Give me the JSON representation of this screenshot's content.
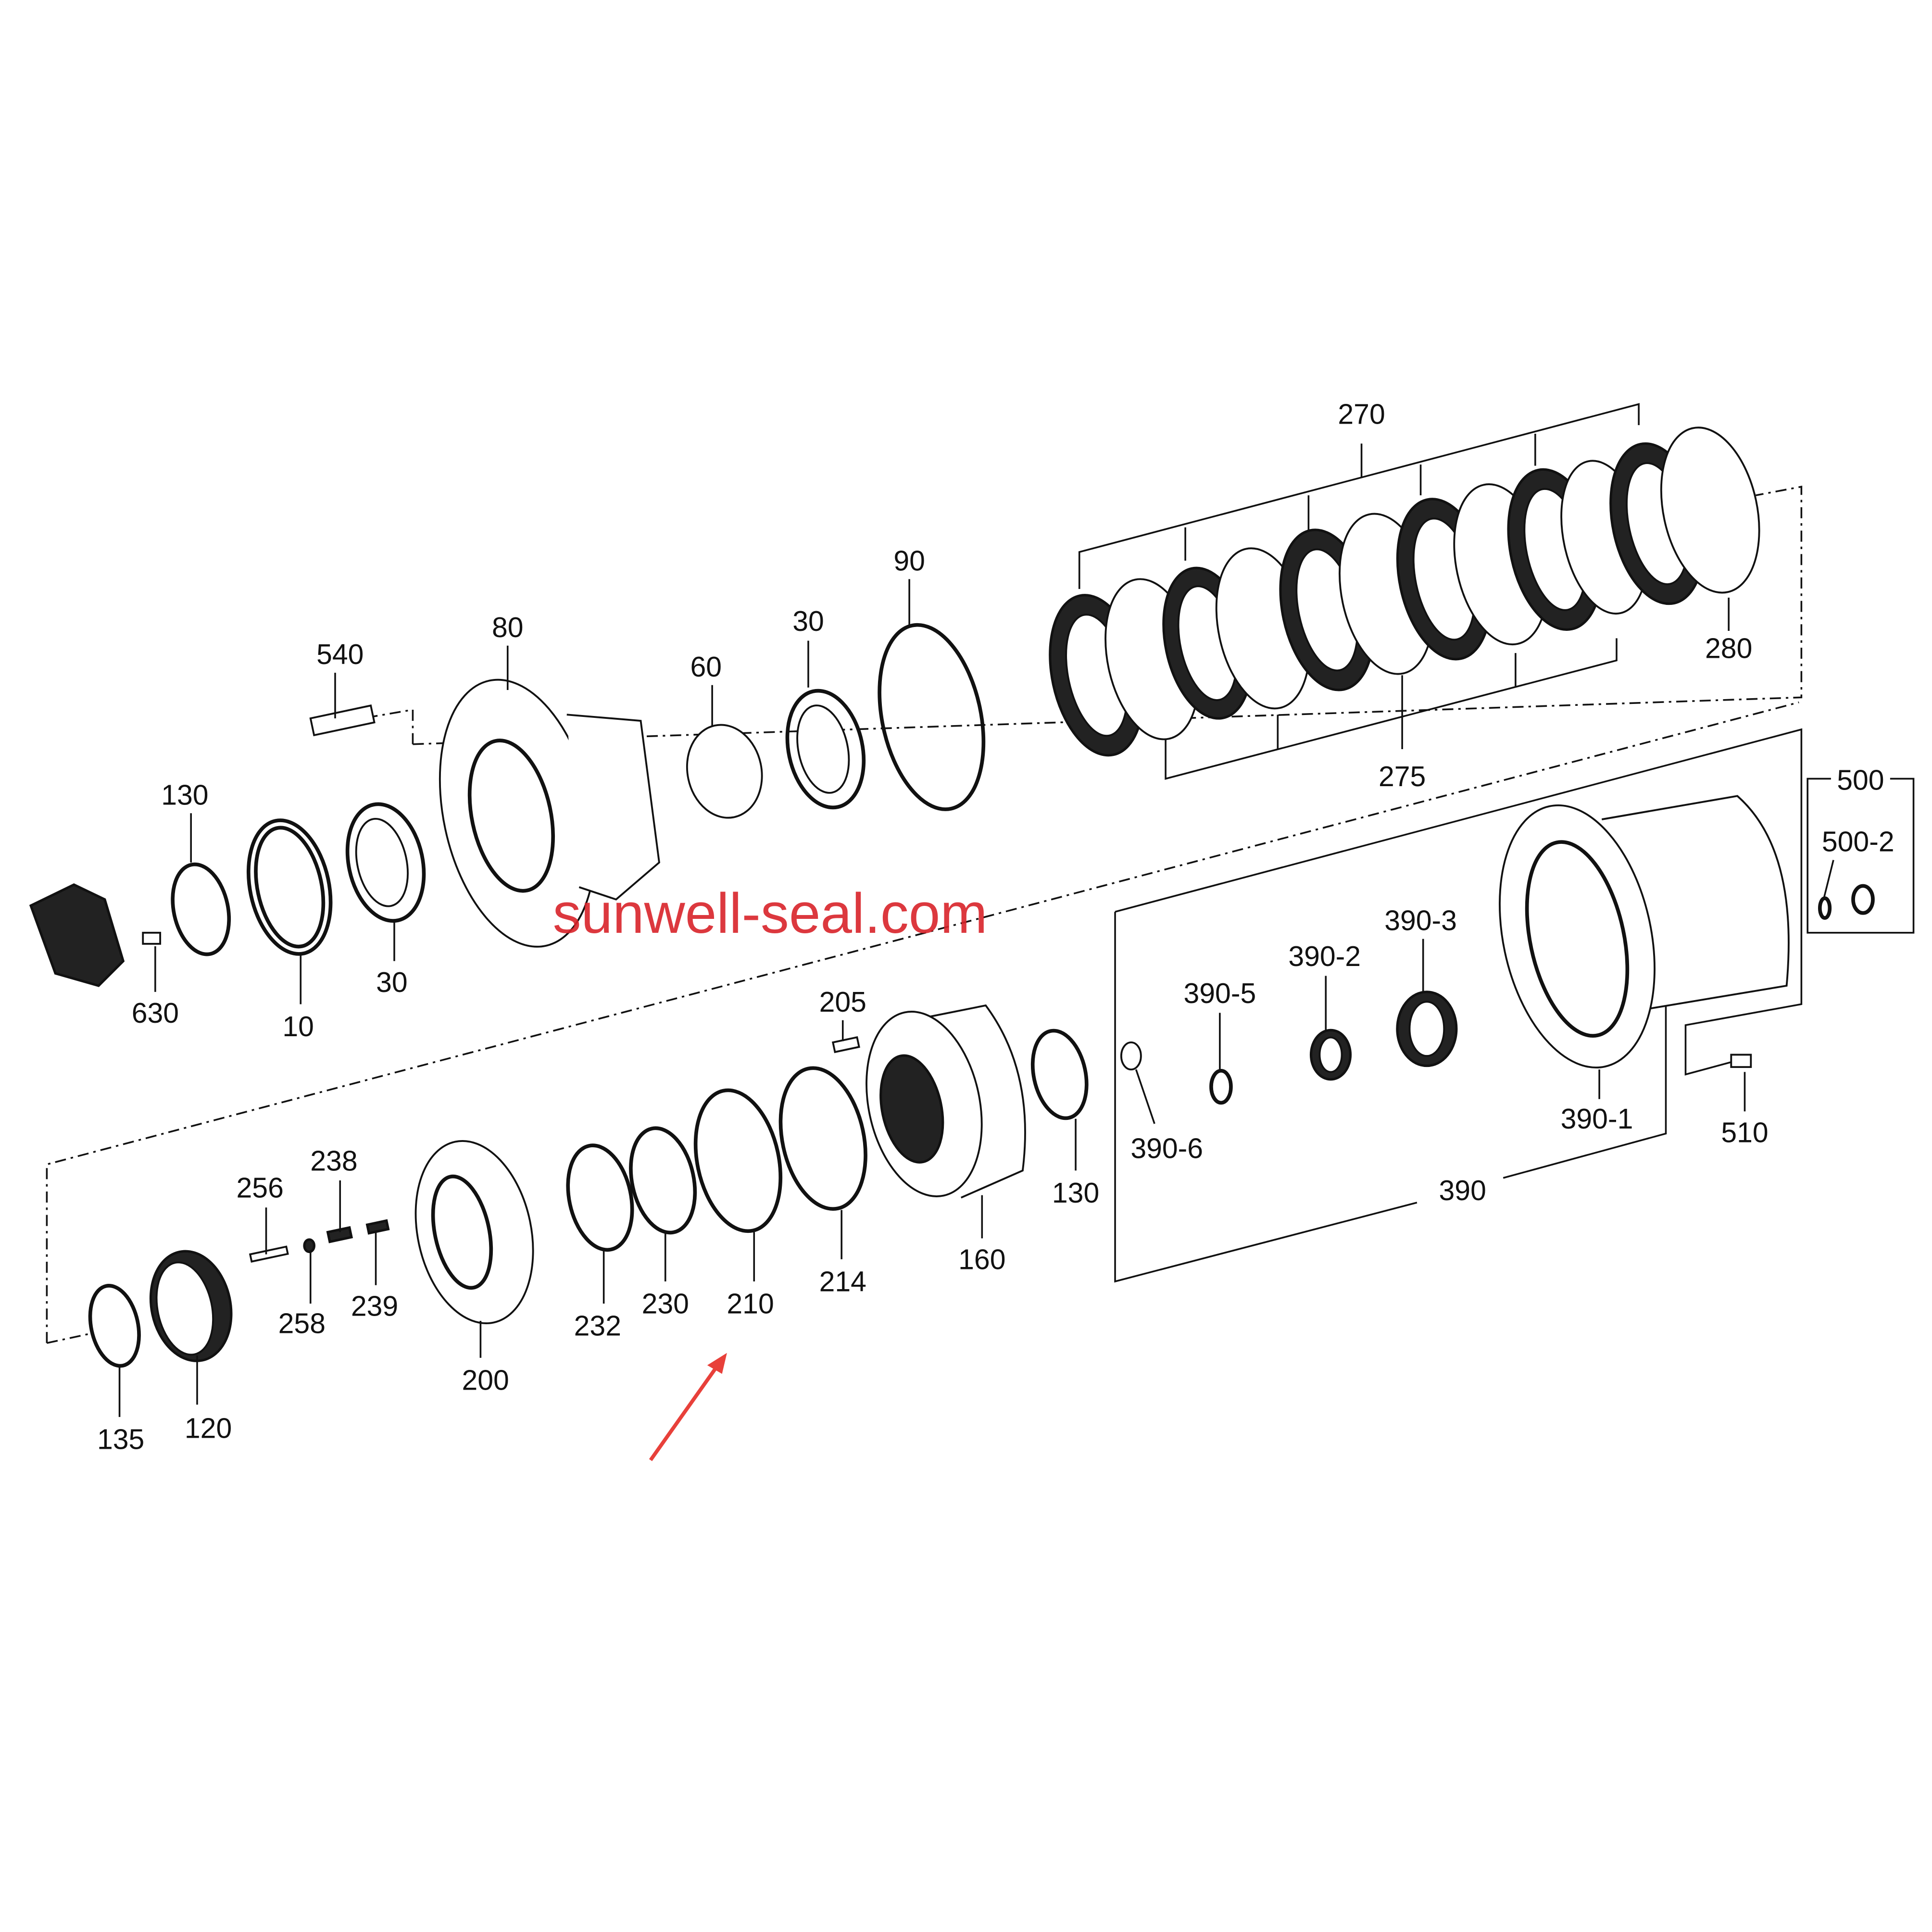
{
  "diagram": {
    "watermark": "sunwell-seal.com",
    "labels": {
      "p270": "270",
      "p280": "280",
      "p275": "275",
      "p90": "90",
      "p30a": "30",
      "p60": "60",
      "p80": "80",
      "p540": "540",
      "p130a": "130",
      "p630": "630",
      "p10": "10",
      "p30b": "30",
      "p500": "500",
      "p500_2": "500-2",
      "p390_3": "390-3",
      "p390_2": "390-2",
      "p390_5": "390-5",
      "p390_6": "390-6",
      "p390_1": "390-1",
      "p510": "510",
      "p390": "390",
      "p205": "205",
      "p130b": "130",
      "p160": "160",
      "p214": "214",
      "p210": "210",
      "p230": "230",
      "p232": "232",
      "p200": "200",
      "p238": "238",
      "p256": "256",
      "p239": "239",
      "p258": "258",
      "p135": "135",
      "p120": "120"
    },
    "colors": {
      "line": "#111111",
      "watermark": "#d9232a",
      "arrow": "#e8403a"
    }
  }
}
